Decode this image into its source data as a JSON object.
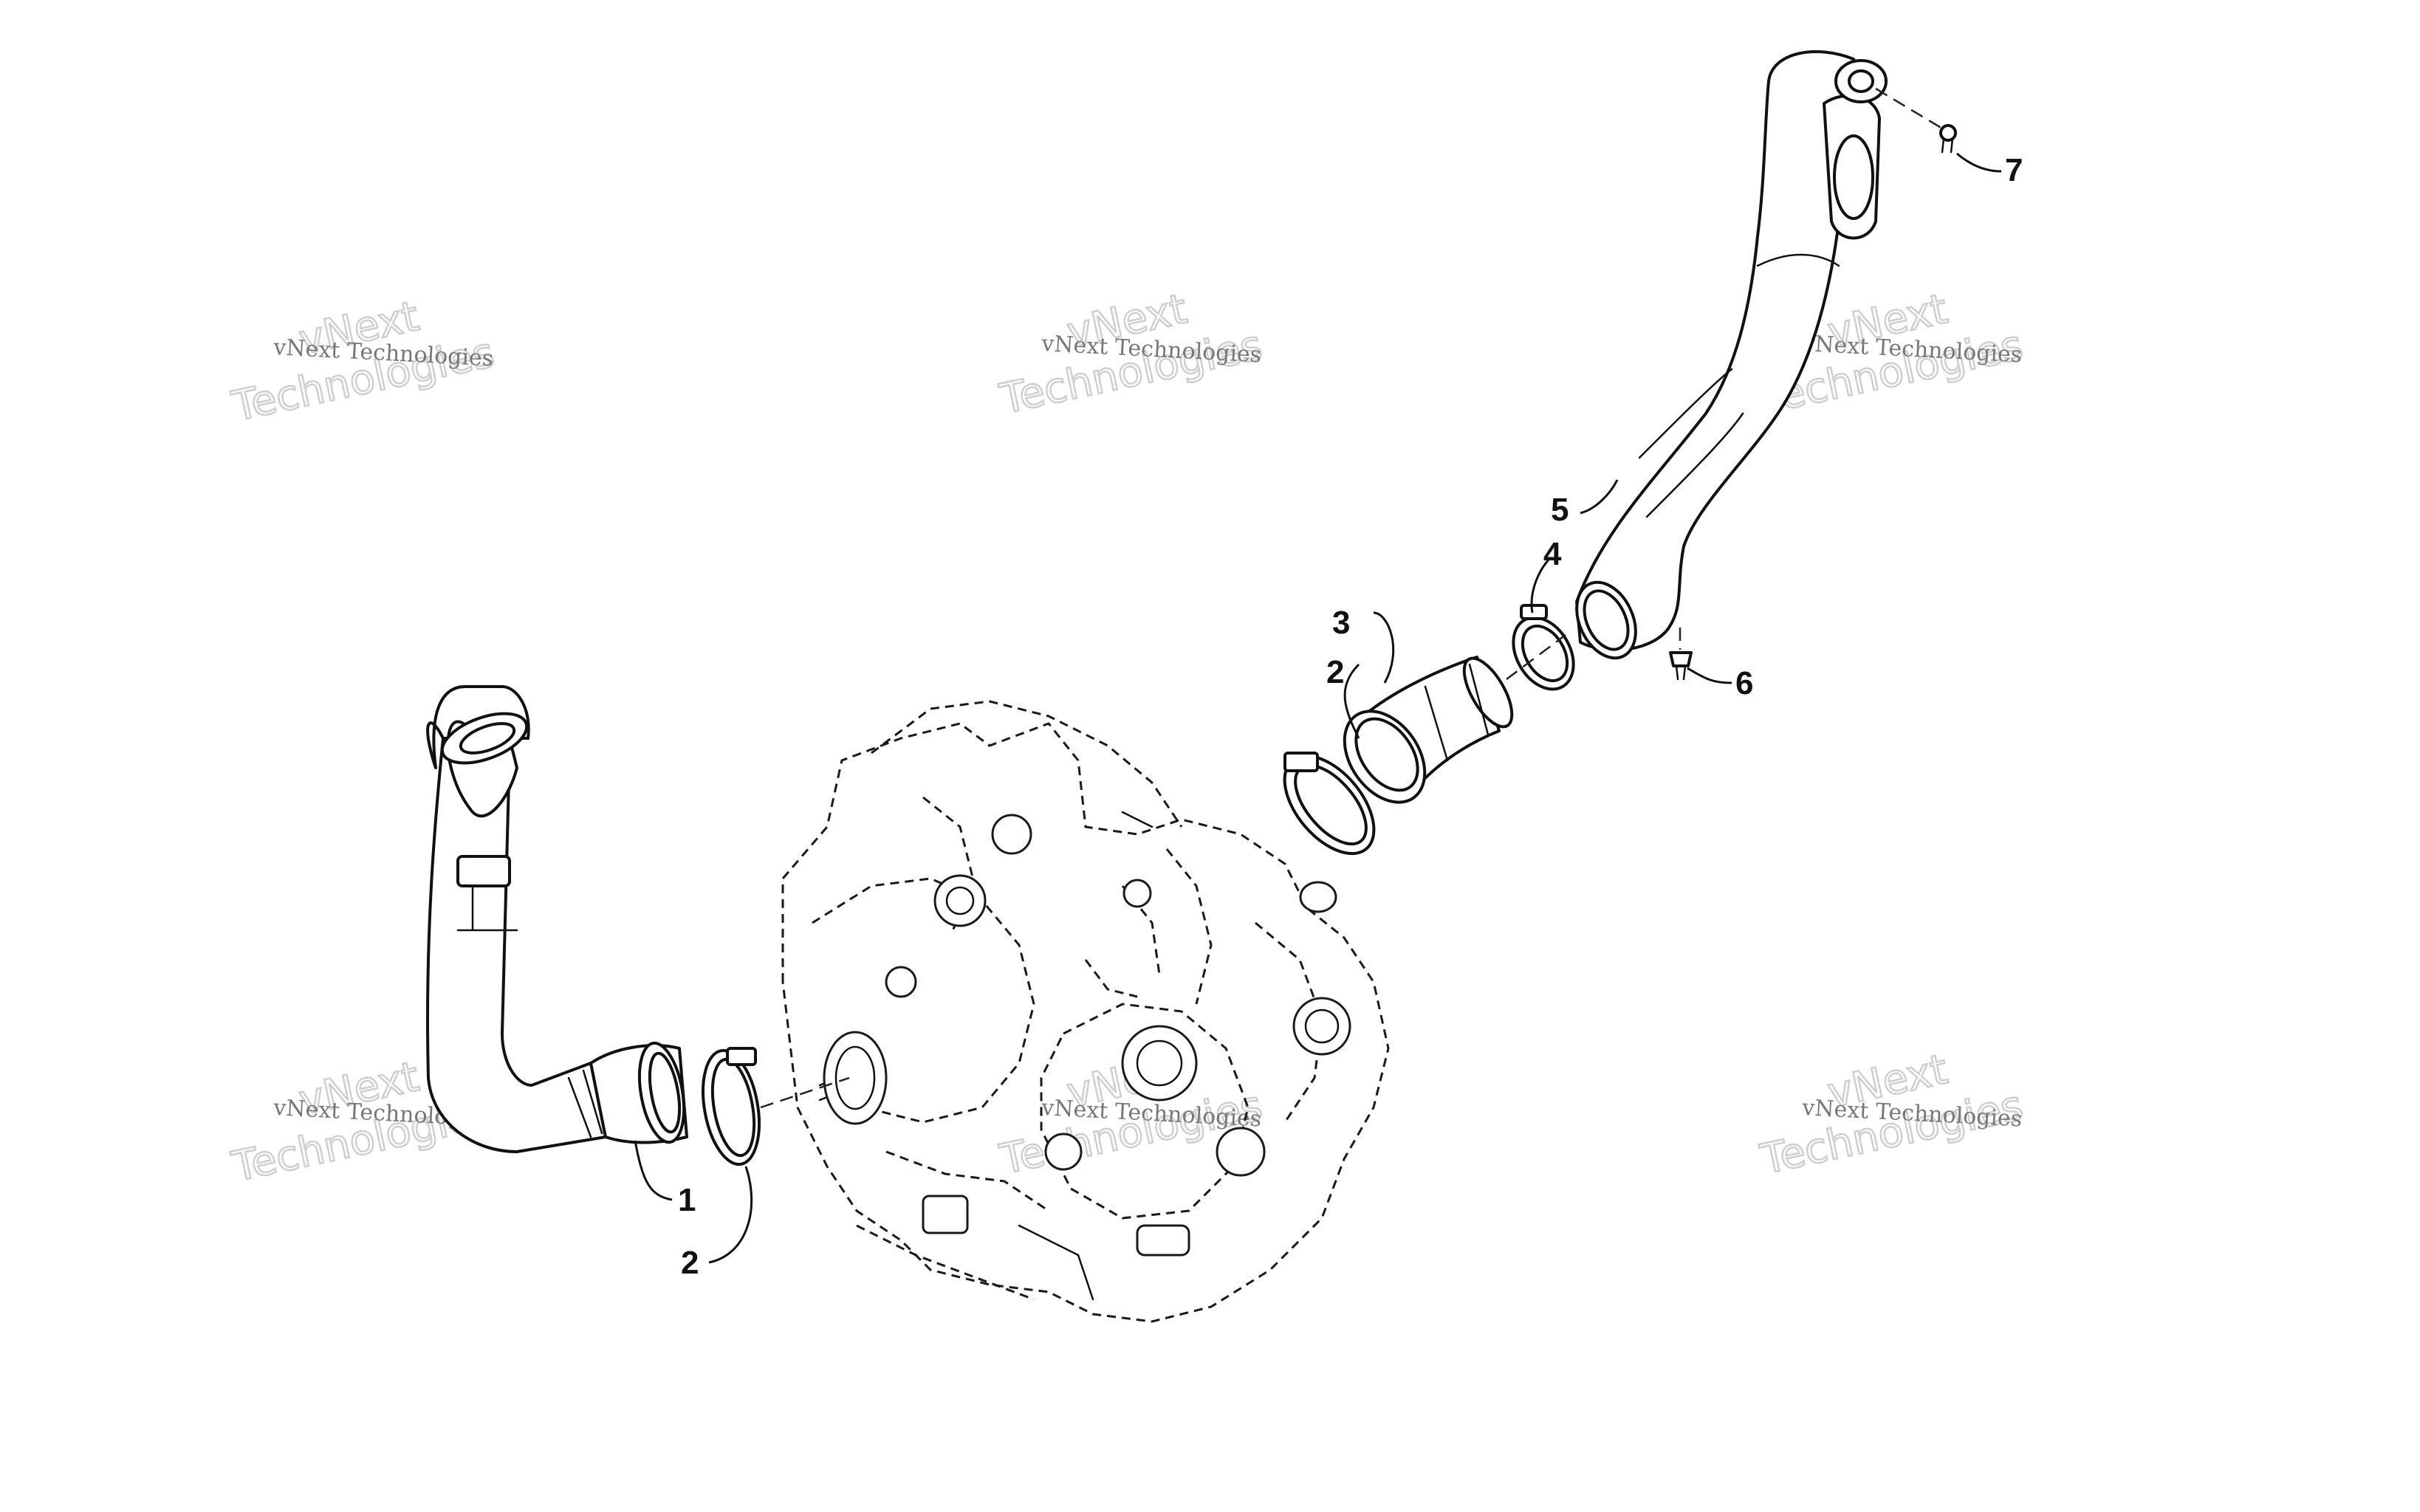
{
  "diagram": {
    "callouts": [
      {
        "id": "c1",
        "label": "1"
      },
      {
        "id": "c2a",
        "label": "2"
      },
      {
        "id": "c2b",
        "label": "2"
      },
      {
        "id": "c3",
        "label": "3"
      },
      {
        "id": "c4",
        "label": "4"
      },
      {
        "id": "c5",
        "label": "5"
      },
      {
        "id": "c6",
        "label": "6"
      },
      {
        "id": "c7",
        "label": "7"
      }
    ],
    "watermark": {
      "small_text": "vNext Technologies",
      "big_line1": "vNext",
      "big_line2": "Technologies"
    }
  }
}
